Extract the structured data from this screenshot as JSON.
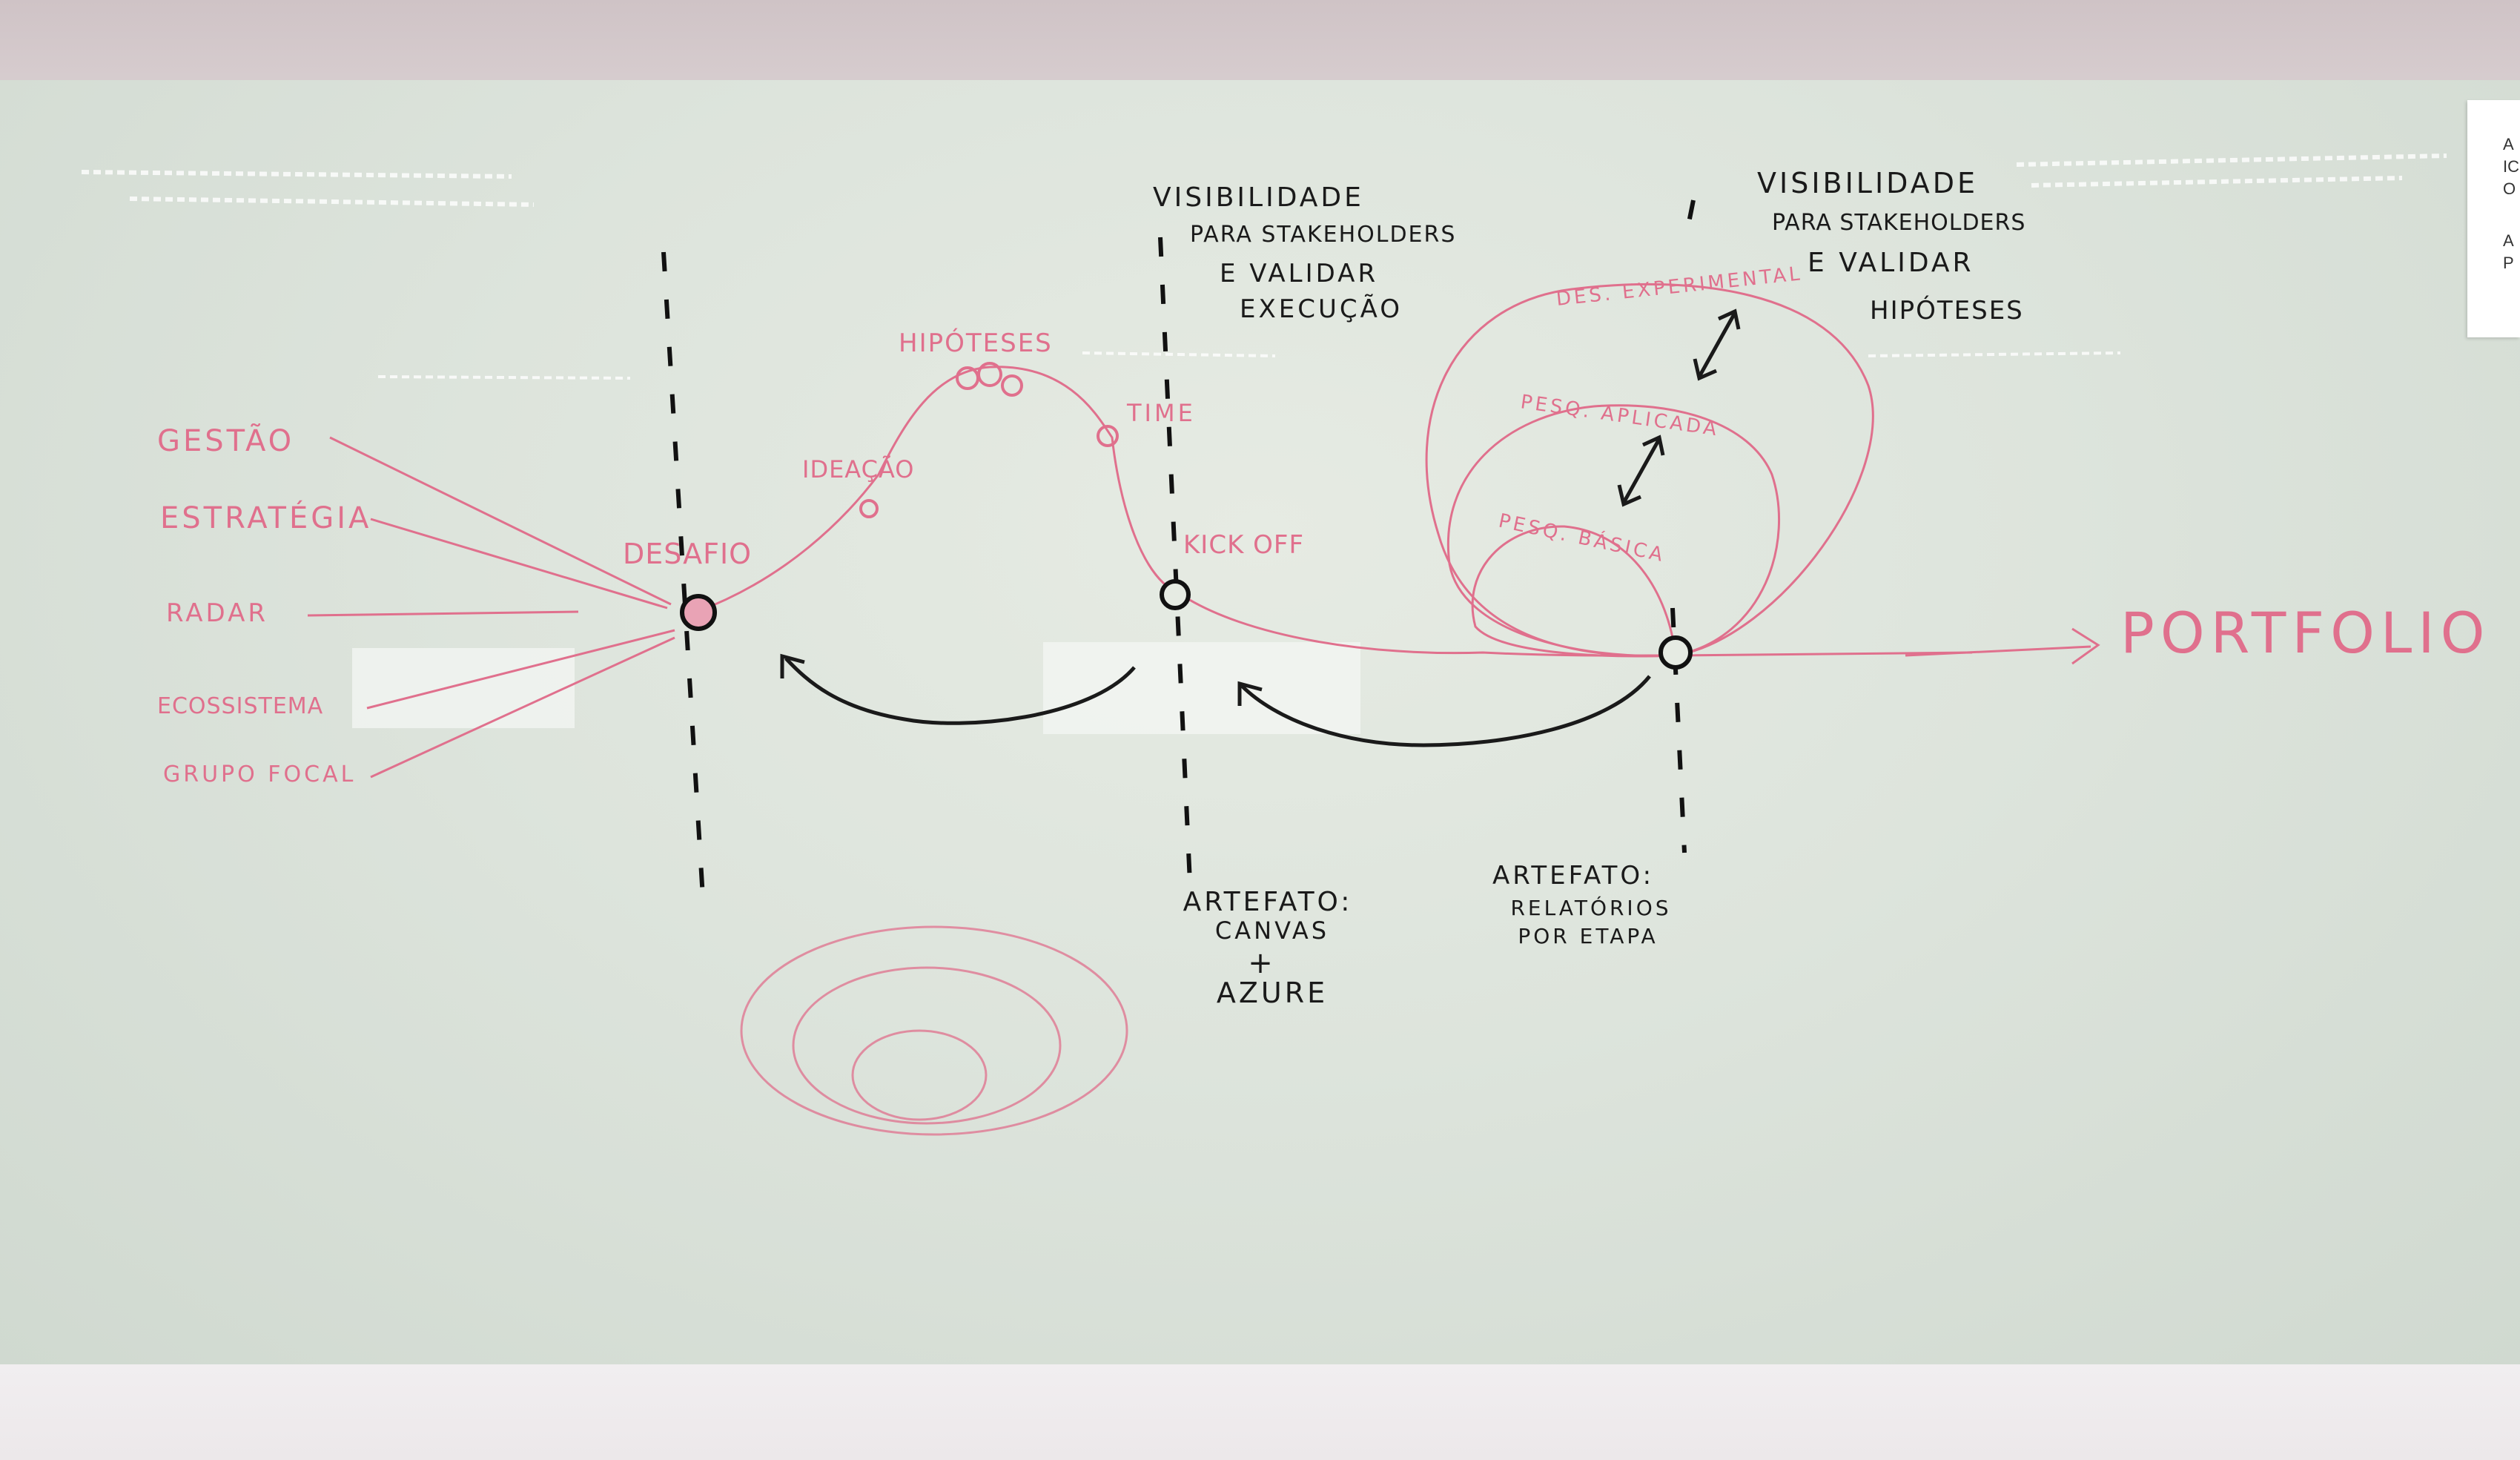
{
  "left_inputs": [
    "GESTÃO",
    "ESTRATÉGIA",
    "RADAR",
    "ECOSSISTEMA",
    "GRUPO FOCAL"
  ],
  "stages": {
    "desafio": "DESAFIO",
    "ideacao": "IDEAÇÃO",
    "hipoteses": "HIPÓTESES",
    "time": "TIME",
    "kickoff": "KICK OFF",
    "portfolio": "PORTFOLIO"
  },
  "research_loops": [
    "DES. EXPERIMENTAL",
    "PESQ. APLICADA",
    "PESQ. BÁSICA"
  ],
  "visibility_1": [
    "VISIBILIDADE",
    "PARA STAKEHOLDERS",
    "E VALIDAR",
    "EXECUÇÃO"
  ],
  "visibility_2": [
    "VISIBILIDADE",
    "PARA STAKEHOLDERS",
    "E VALIDAR",
    "HIPÓTESES"
  ],
  "artifact_1": [
    "ARTEFATO:",
    "CANVAS",
    "+",
    "AZURE"
  ],
  "artifact_2": [
    "ARTEFATO:",
    "RELATÓRIOS",
    "POR ETAPA"
  ],
  "sticky_note": [
    "A",
    "IC",
    "O",
    "A",
    "P"
  ],
  "colors": {
    "marker_pink": "#e0708d",
    "marker_black": "#1a1a1a",
    "board": "#dfe6dd"
  }
}
